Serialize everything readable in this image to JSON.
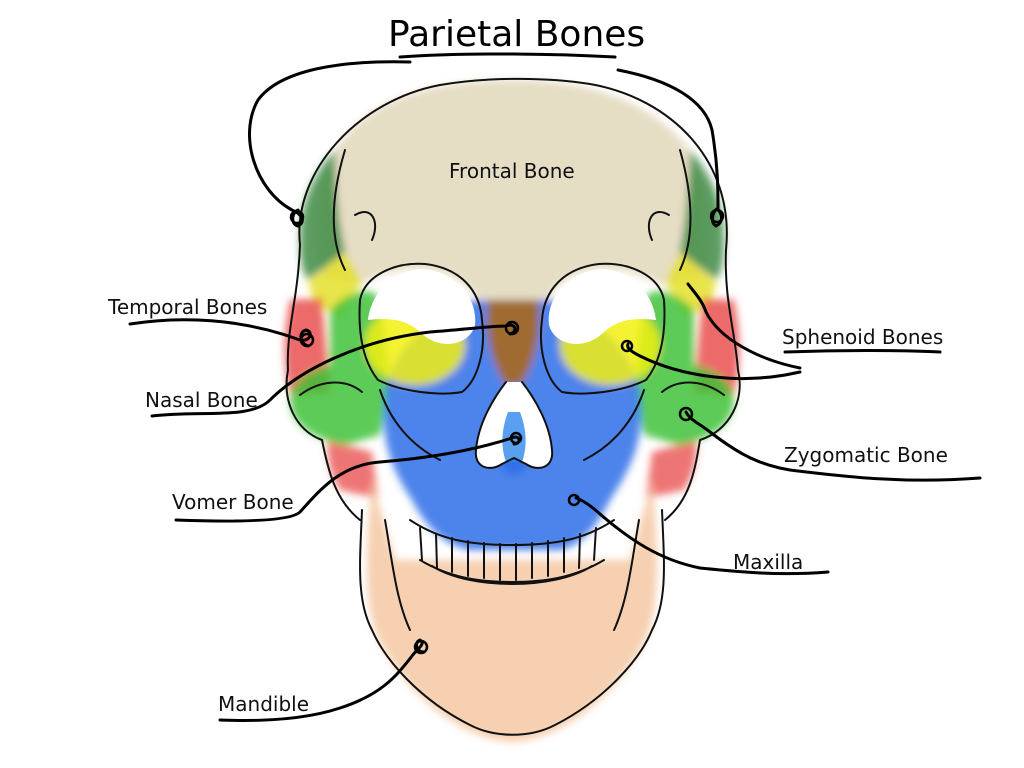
{
  "title": "Parietal Bones",
  "labels": {
    "frontal": "Frontal Bone",
    "temporal": "Temporal Bones",
    "nasal": "Nasal Bone",
    "vomer": "Vomer Bone",
    "mandible": "Mandible",
    "sphenoid": "Sphenoid Bones",
    "zygomatic": "Zygomatic Bone",
    "maxilla": "Maxilla"
  },
  "colors": {
    "frontal": "#e3d9bf",
    "parietal": "#3f8c45",
    "sphenoid": "#e4e12a",
    "temporal": "#e84545",
    "zygomatic": "#3fc238",
    "maxilla": "#2f6fe8",
    "nasal": "#a86a1e",
    "mandible": "#f4c49e",
    "orbit": "#f2f012",
    "outline": "#111111"
  }
}
